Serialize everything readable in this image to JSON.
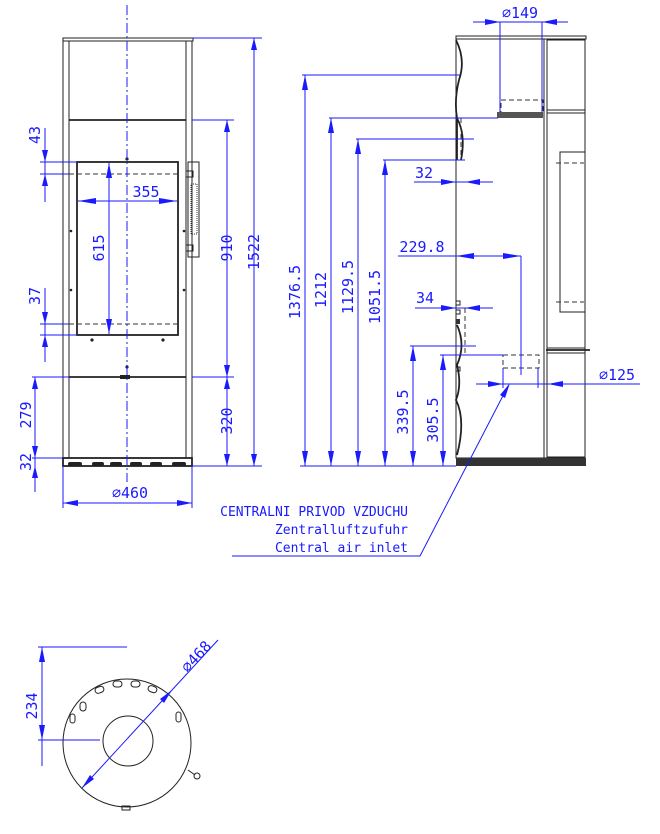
{
  "front_view": {
    "dims": {
      "height_total": "1522",
      "door_zone": "910",
      "lower_zone": "320",
      "glass_width": "355",
      "glass_height": "615",
      "top_offset": "43",
      "bottom_offset": "37",
      "base_to_shelf": "279",
      "base": "32",
      "diameter": "⌀460"
    }
  },
  "side_view": {
    "dims": {
      "flue_diameter": "⌀149",
      "flue_outlet_height": "1376.5",
      "h1212": "1212",
      "h1129": "1129.5",
      "h1051": "1051.5",
      "depth32": "32",
      "air_inlet_offset": "229.8",
      "depth34": "34",
      "h339": "339.5",
      "h305": "305.5",
      "air_inlet_diameter": "⌀125"
    },
    "note_lines": [
      "CENTRALNI PRIVOD VZDUCHU",
      "Zentralluftzufuhr",
      "Central air inlet"
    ]
  },
  "bottom_view": {
    "dims": {
      "radius_offset": "234",
      "diameter": "⌀468"
    }
  },
  "colors": {
    "dimension": "#1a1aff",
    "outline": "#222222"
  }
}
